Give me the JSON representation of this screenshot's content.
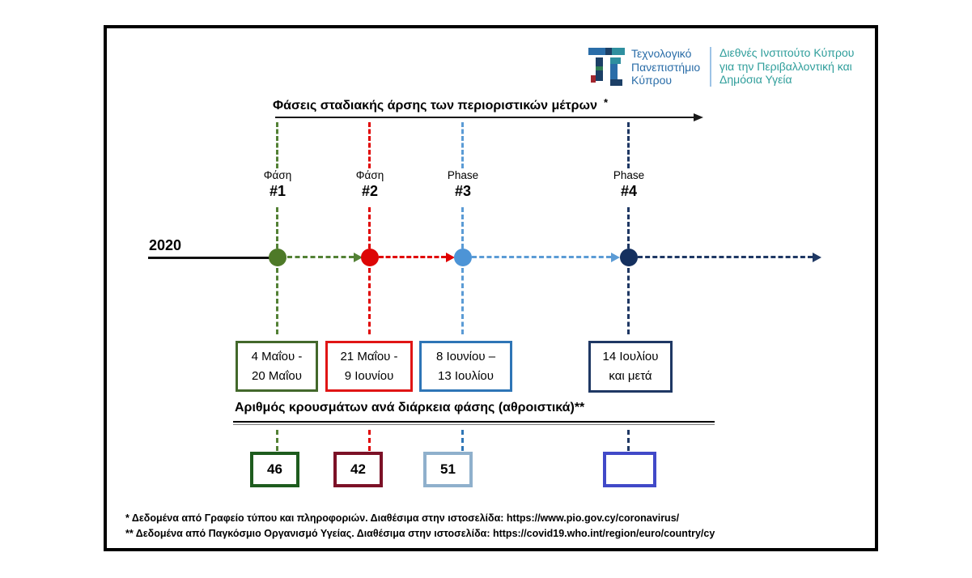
{
  "header": {
    "university": {
      "line1": "Τεχνολογικό",
      "line2": "Πανεπιστήμιο",
      "line3": "Κύπρου",
      "color": "#2a6da8"
    },
    "institute": {
      "line1": "Διεθνές Ινστιτούτο Κύπρου",
      "line2": "για την Περιβαλλοντική και",
      "line3": "Δημόσια Υγεία",
      "color": "#2f9e9b"
    },
    "divider_color": "#9dc3e6"
  },
  "timeline": {
    "title": "Φάσεις σταδιακής άρσης των περιοριστικών μέτρων",
    "title_footnote_marker": "*",
    "year": "2020",
    "phases": [
      {
        "label": "Φάση",
        "number": "#1",
        "date_line1": "4 Μαΐου -",
        "date_line2": "20 Μαΐου",
        "cases": "46",
        "dash_color": "#538135",
        "dot_color": "#4e7a28",
        "date_box_border": "#43682b",
        "count_box_border": "#1e5c1e",
        "stub_color": "#538135"
      },
      {
        "label": "Φάση",
        "number": "#2",
        "date_line1": "21 Μαΐου -",
        "date_line2": "9 Ιουνίου",
        "cases": "42",
        "dash_color": "#e00000",
        "dot_color": "#dd0606",
        "date_box_border": "#e01515",
        "count_box_border": "#7c1127",
        "stub_color": "#e00000"
      },
      {
        "label": "Phase",
        "number": "#3",
        "date_line1": "8 Ιουνίου –",
        "date_line2": "13 Ιουλίου",
        "cases": "51",
        "dash_color": "#5b9bd5",
        "dot_color": "#4d94d6",
        "date_box_border": "#2e75b6",
        "count_box_border": "#8fb0cc",
        "stub_color": "#2e75b6"
      },
      {
        "label": "Phase",
        "number": "#4",
        "date_line1": "14 Ιουλίου",
        "date_line2": "και μετά",
        "cases": "",
        "dash_color": "#1f3864",
        "dot_color": "#14305f",
        "date_box_border": "#1f3864",
        "count_box_border": "#4149c8",
        "stub_color": "#1f3864"
      }
    ]
  },
  "cases_section": {
    "title": "Αριθμός κρουσμάτων ανά διάρκεια φάσης (αθροιστικά)**"
  },
  "footnotes": {
    "note1": "* Δεδομένα από Γραφείο τύπου και πληροφοριών. Διαθέσιμα στην ιστοσελίδα: https://www.pio.gov.cy/coronavirus/",
    "note2": "** Δεδομένα από Παγκόσμιο Οργανισμό Υγείας. Διαθέσιμα στην ιστοσελίδα: https://covid19.who.int/region/euro/country/cy"
  }
}
